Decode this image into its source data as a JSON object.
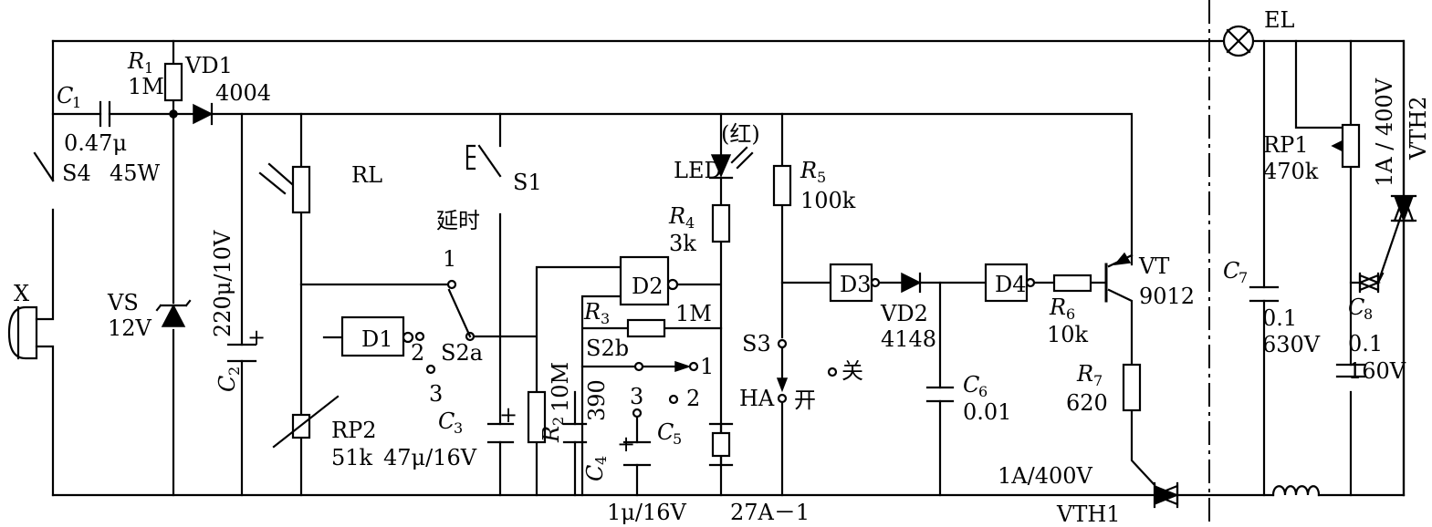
{
  "labels": {
    "c1": "C",
    "c1_sub": "1",
    "c1_val": "0.47μ",
    "r1": "R",
    "r1_sub": "1",
    "r1_val": "1M",
    "vd1": "VD1",
    "vd1_val": "4004",
    "s4": "S4",
    "s4_val": "45W",
    "x": "X",
    "vs": "VS",
    "vs_val": "12V",
    "c2": "C",
    "c2_sub": "2",
    "c2_val": "220μ/10V",
    "rl": "RL",
    "s1": "S1",
    "delay": "延时",
    "led": "LED",
    "led_color": "(红)",
    "r5": "R",
    "r5_sub": "5",
    "r5_val": "100k",
    "r4": "R",
    "r4_sub": "4",
    "r4_val": "3k",
    "d2": "D2",
    "d1": "D1",
    "d3": "D3",
    "d4": "D4",
    "sw_1": "1",
    "sw_2": "2",
    "sw_3": "3",
    "s2a": "S2a",
    "s2b": "S2b",
    "r3": "R",
    "r3_sub": "3",
    "r3_val": "1M",
    "r2": "R",
    "r2_sub": "2",
    "r2_val": "10M",
    "c4": "C",
    "c4_sub": "4",
    "c4_val": "390",
    "c4_cap": "1μ/16V",
    "c5": "C",
    "c5_sub": "5",
    "ha": "HA",
    "ha_val": "27A－1",
    "s3": "S3",
    "on": "开",
    "off": "关",
    "c3": "C",
    "c3_sub": "3",
    "c3_val": "47μ/16V",
    "rp2": "RP2",
    "rp2_val": "51k",
    "vd2": "VD2",
    "vd2_val": "4148",
    "c6": "C",
    "c6_sub": "6",
    "c6_val": "0.01",
    "r6": "R",
    "r6_sub": "6",
    "r6_val": "10k",
    "vt": "VT",
    "vt_val": "9012",
    "r7": "R",
    "r7_sub": "7",
    "r7_val": "620",
    "vth1": "VTH1",
    "vth1_val": "1A/400V",
    "el": "EL",
    "rp1": "RP1",
    "rp1_val": "470k",
    "c7": "C",
    "c7_sub": "7",
    "c7_val1": "0.1",
    "c7_val2": "630V",
    "c8": "C",
    "c8_sub": "8",
    "c8_val1": "0.1",
    "c8_val2": "160V",
    "vth2": "VTH2",
    "vth2_val": "1A / 400V"
  }
}
